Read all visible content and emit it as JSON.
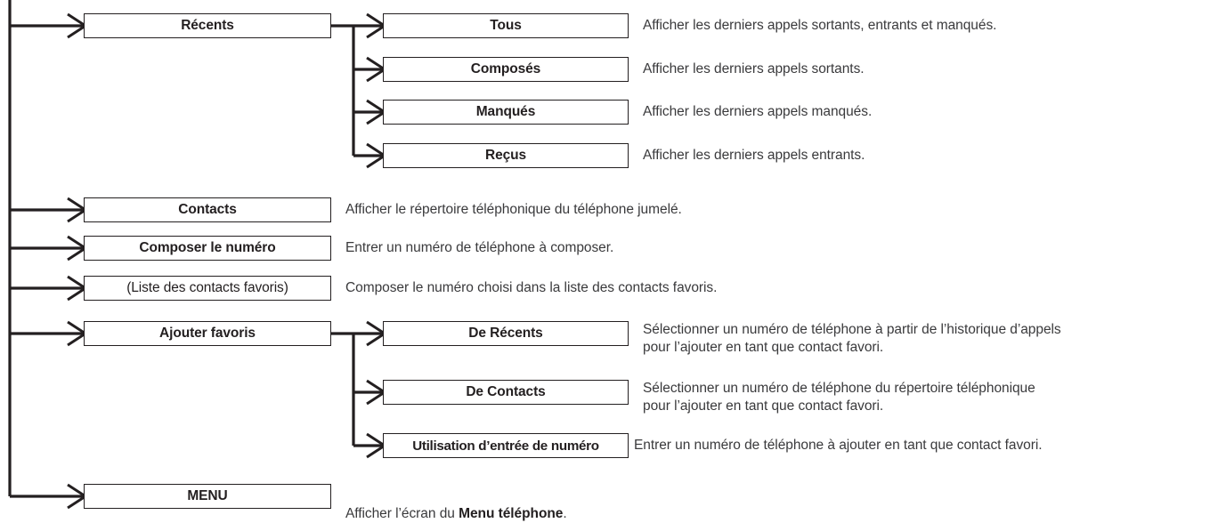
{
  "diagram": {
    "type": "menu-tree",
    "title_text": "",
    "colors": {
      "line": "#231f20",
      "box_border": "#231f20",
      "box_text": "#231f20",
      "description_text": "#3a3a3c",
      "background": "#ffffff"
    },
    "nodes": [
      {
        "id": "recents",
        "label": "Récents",
        "level": 1,
        "bold": true,
        "description": "",
        "children": [
          "tous",
          "composes",
          "manques",
          "recus"
        ]
      },
      {
        "id": "tous",
        "label": "Tous",
        "level": 2,
        "bold": true,
        "description": "Afficher les derniers appels sortants, entrants et manqués."
      },
      {
        "id": "composes",
        "label": "Composés",
        "level": 2,
        "bold": true,
        "description": "Afficher les derniers appels sortants."
      },
      {
        "id": "manques",
        "label": "Manqués",
        "level": 2,
        "bold": true,
        "description": "Afficher les derniers appels manqués."
      },
      {
        "id": "recus",
        "label": "Reçus",
        "level": 2,
        "bold": true,
        "description": "Afficher les derniers appels entrants."
      },
      {
        "id": "contacts",
        "label": "Contacts",
        "level": 1,
        "bold": true,
        "description": "Afficher le répertoire téléphonique du téléphone jumelé."
      },
      {
        "id": "composer-le-numero",
        "label": "Composer le numéro",
        "level": 1,
        "bold": true,
        "description": "Entrer un numéro de téléphone à composer."
      },
      {
        "id": "liste-des-contacts-favoris",
        "label": "(Liste des contacts favoris)",
        "level": 1,
        "bold": false,
        "description": "Composer le numéro choisi dans la liste des contacts favoris."
      },
      {
        "id": "ajouter-favoris",
        "label": "Ajouter favoris",
        "level": 1,
        "bold": true,
        "description": "",
        "children": [
          "de-recents",
          "de-contacts",
          "utilisation-entree-numero"
        ]
      },
      {
        "id": "de-recents",
        "label": "De Récents",
        "level": 2,
        "bold": true,
        "description": "Sélectionner un numéro de téléphone à partir de l’historique d’appels\npour l’ajouter en tant que contact favori."
      },
      {
        "id": "de-contacts",
        "label": "De Contacts",
        "level": 2,
        "bold": true,
        "description": "Sélectionner un numéro de téléphone du répertoire téléphonique\npour l’ajouter en tant que contact favori."
      },
      {
        "id": "utilisation-entree-numero",
        "label": "Utilisation d’entrée de numéro",
        "level": 2,
        "bold": true,
        "description": "Entrer un numéro de téléphone à ajouter en tant que contact favori."
      },
      {
        "id": "menu",
        "label": "MENU",
        "level": 1,
        "bold": true,
        "description_prefix": "Afficher l’écran du ",
        "description_bold": "Menu téléphone",
        "description_suffix": "."
      }
    ]
  }
}
